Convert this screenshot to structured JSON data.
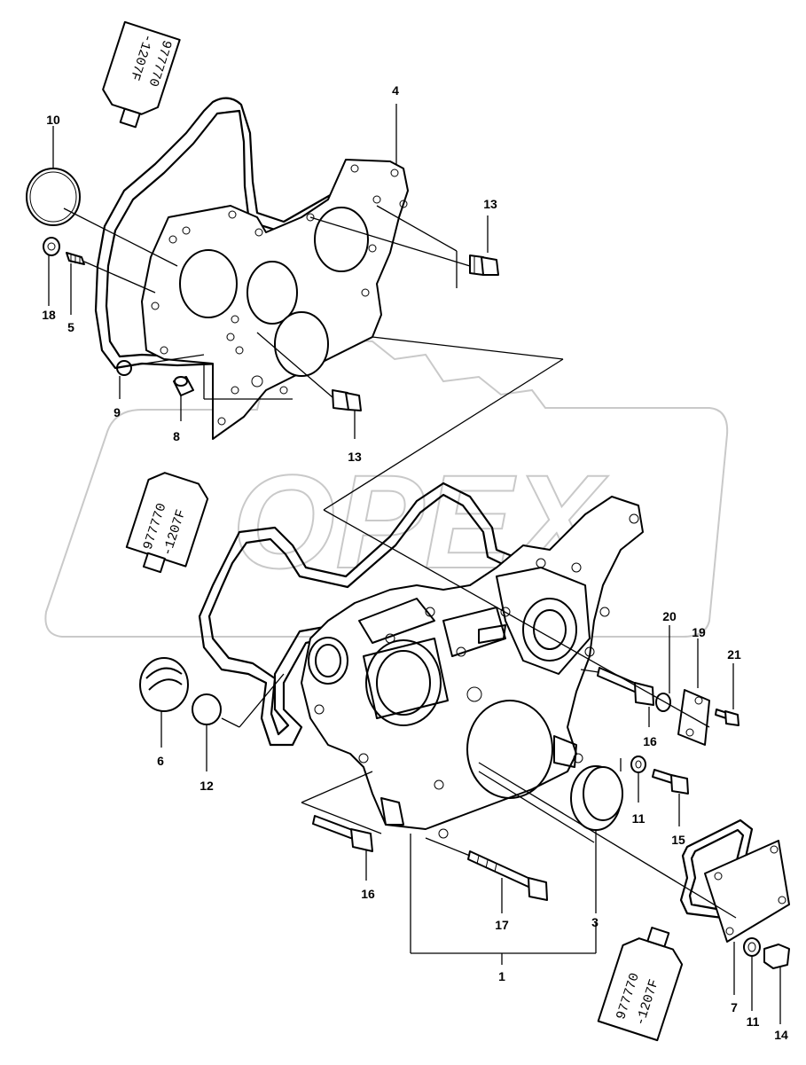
{
  "diagram": {
    "callouts": {
      "c1": "1",
      "c3": "3",
      "c4": "4",
      "c5": "5",
      "c6": "6",
      "c7": "7",
      "c8": "8",
      "c9": "9",
      "c10": "10",
      "c11a": "11",
      "c11b": "11",
      "c12": "12",
      "c13a": "13",
      "c13b": "13",
      "c14": "14",
      "c15": "15",
      "c16a": "16",
      "c16b": "16",
      "c17": "17",
      "c18": "18",
      "c19": "19",
      "c20": "20",
      "c21": "21"
    },
    "sealant_tube": {
      "line1": "977770",
      "line2": "-1207F"
    },
    "watermark": "OPEX"
  }
}
